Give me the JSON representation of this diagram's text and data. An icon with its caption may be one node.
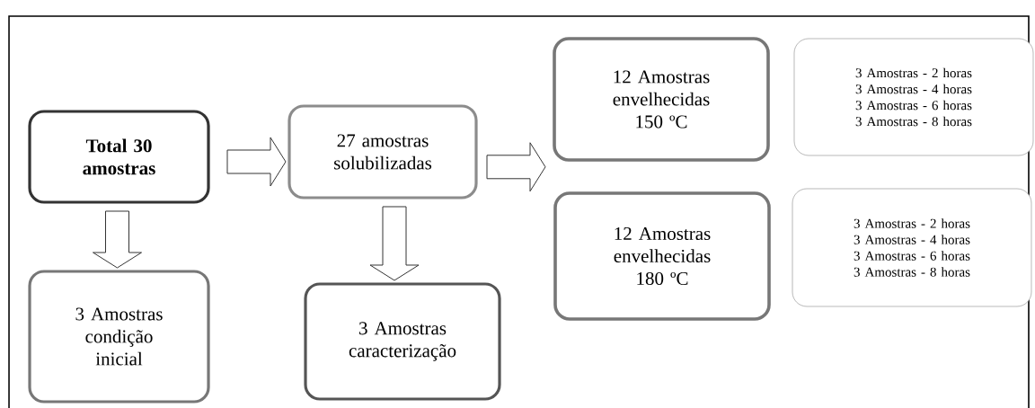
{
  "diagram": {
    "nodes": [
      {
        "text": [
          "Total 30 amostras"
        ]
      },
      {
        "text": [
          "27 amostras solubilizadas"
        ]
      },
      {
        "text": [
          "3 Amostras condição inicial"
        ]
      },
      {
        "text": [
          "3 Amostras caracterização"
        ]
      },
      {
        "text": [
          "12 Amostras envelhecidas 150 ºC"
        ]
      },
      {
        "text": [
          "12 Amostras envelhecidas 180 ºC"
        ]
      },
      {
        "text": [
          "3 Amostras - 2 horas",
          "3 Amostras - 4 horas",
          "3 Amostras - 6 horas",
          "3 Amostras - 8 horas"
        ]
      },
      {
        "text": [
          "3 Amostras - 2 horas",
          "3 Amostras - 4 horas",
          "3 Amostras - 6 horas",
          "3 Amostras - 8 horas"
        ]
      }
    ],
    "edges": [
      {
        "from": 0,
        "to": 1,
        "arrow": "to"
      },
      {
        "from": 0,
        "to": 2,
        "arrow": "to"
      },
      {
        "from": 1,
        "to": 3,
        "arrow": "to"
      },
      {
        "from": 1,
        "to": 4,
        "arrow": "to"
      },
      {
        "from": 1,
        "to": 5,
        "arrow": "to"
      }
    ]
  }
}
